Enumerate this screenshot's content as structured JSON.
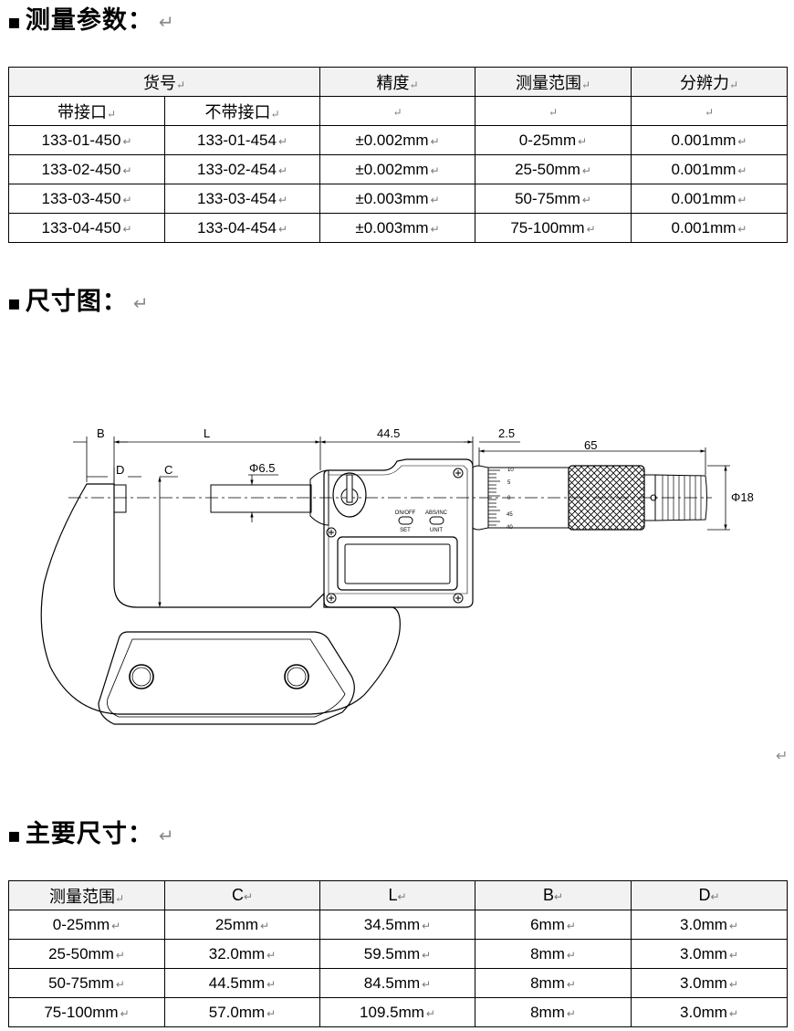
{
  "section1": {
    "title": "测量参数：",
    "return_mark": "↵"
  },
  "spec_table": {
    "header": {
      "item_no": "货号",
      "precision": "精度",
      "range": "测量范围",
      "resolution": "分辨力"
    },
    "subheader": {
      "with_port": "带接口",
      "without_port": "不带接口"
    },
    "rows": [
      {
        "with_port": "133-01-450",
        "without_port": "133-01-454",
        "precision": "±0.002mm",
        "range": "0-25mm",
        "resolution": "0.001mm"
      },
      {
        "with_port": "133-02-450",
        "without_port": "133-02-454",
        "precision": "±0.002mm",
        "range": "25-50mm",
        "resolution": "0.001mm"
      },
      {
        "with_port": "133-03-450",
        "without_port": "133-03-454",
        "precision": "±0.003mm",
        "range": "50-75mm",
        "resolution": "0.001mm"
      },
      {
        "with_port": "133-04-450",
        "without_port": "133-04-454",
        "precision": "±0.003mm",
        "range": "75-100mm",
        "resolution": "0.001mm"
      }
    ]
  },
  "section2": {
    "title": "尺寸图："
  },
  "drawing": {
    "dim_B": "B",
    "dim_L": "L",
    "dim_44_5": "44.5",
    "dim_2_5": "2.5",
    "dim_65": "65",
    "dim_D": "D",
    "dim_C": "C",
    "dim_phi6_5": "Φ6.5",
    "dim_phi18": "Φ18",
    "btn1_top": "ON/OFF",
    "btn1_bottom": "SET",
    "btn2_top": "ABS/INC",
    "btn2_bottom": "UNIT",
    "scale": [
      "10",
      "5",
      "0",
      "45",
      "40"
    ]
  },
  "section3": {
    "title": "主要尺寸："
  },
  "dim_table": {
    "header": {
      "range": "测量范围",
      "c": "C",
      "l": "L",
      "b": "B",
      "d": "D"
    },
    "rows": [
      {
        "range": "0-25mm",
        "c": "25mm",
        "l": "34.5mm",
        "b": "6mm",
        "d": "3.0mm"
      },
      {
        "range": "25-50mm",
        "c": "32.0mm",
        "l": "59.5mm",
        "b": "8mm",
        "d": "3.0mm"
      },
      {
        "range": "50-75mm",
        "c": "44.5mm",
        "l": "84.5mm",
        "b": "8mm",
        "d": "3.0mm"
      },
      {
        "range": "75-100mm",
        "c": "57.0mm",
        "l": "109.5mm",
        "b": "8mm",
        "d": "3.0mm"
      }
    ]
  }
}
